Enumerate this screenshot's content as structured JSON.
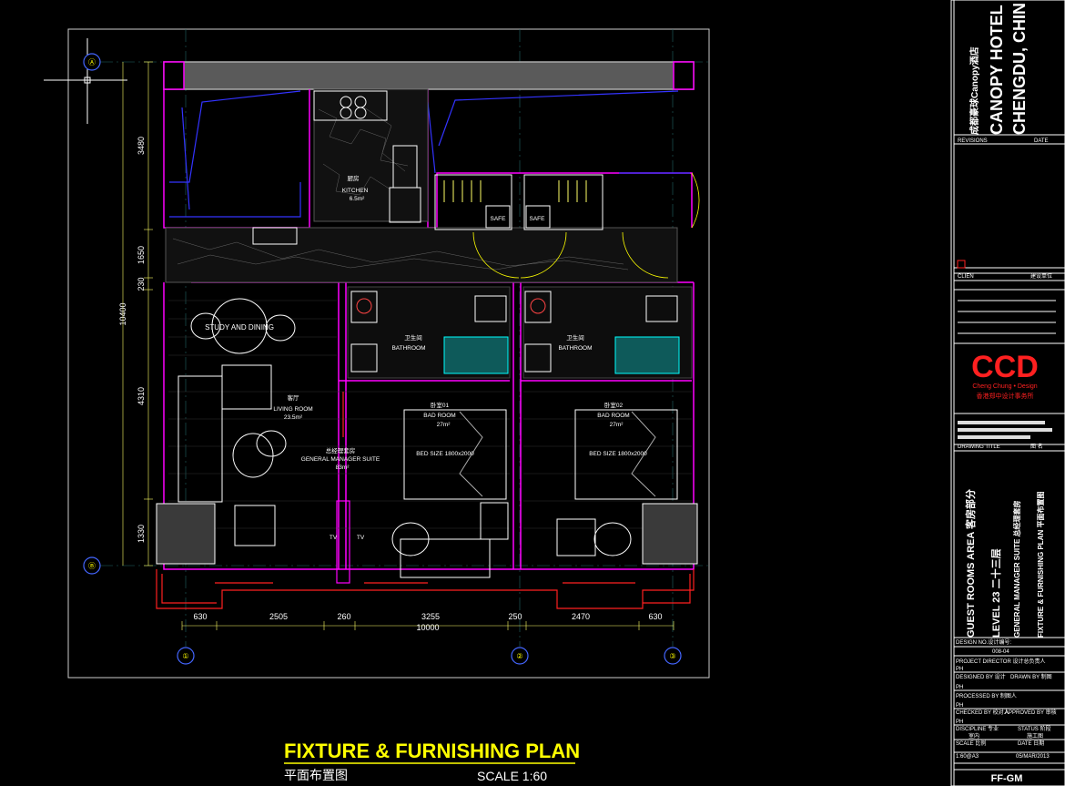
{
  "plan": {
    "title_en": "FIXTURE & FURNISHING PLAN",
    "title_cn": "平面布置图",
    "scale": "SCALE 1:60",
    "rooms": {
      "kitchen_cn": "厨房",
      "kitchen_en": "KITCHEN",
      "kitchen_area": "6.5m²",
      "study": "STUDY AND DINING",
      "living_cn": "客厅",
      "living_en": "LIVING ROOM",
      "living_area": "23.5m²",
      "suite_cn": "总经理套房",
      "suite_en": "GENERAL MANAGER SUITE",
      "suite_area": "83m²",
      "bath_cn": "卫生间",
      "bath_en": "BATHROOM",
      "bed1_cn": "卧室01",
      "bed2_cn": "卧室02",
      "bed_en": "BAD ROOM",
      "bed_area": "27m²",
      "bed_size": "BED SIZE 1800x2000",
      "safe": "SAFE",
      "tv": "TV"
    },
    "dims_bottom": [
      "630",
      "2505",
      "260",
      "3255",
      "250",
      "2470",
      "630"
    ],
    "dim_total": "10000",
    "dims_left": [
      "3480",
      "1650",
      "230",
      "4310",
      "1330"
    ],
    "dim_left_total": "10400"
  },
  "titleblock": {
    "project_cn": "成都豪球Canopy酒店",
    "project_en1": "CANOPY HOTEL",
    "project_en2": "CHENGDU, CHIN",
    "revisions": "REVISIONS",
    "date": "DATE",
    "client": "CLIEN",
    "client_cn": "建设单位",
    "logo": "CCD",
    "logo_sub": "Cheng Chung • Design",
    "logo_cn": "香港郑中设计事务所",
    "drawing_title": "DRAWING TITLE",
    "drawing_title_cn": "图 名",
    "area": "GUEST ROOMS AREA  客房部分",
    "level": "LEVEL 23 二十三层",
    "suite": "GENERAL MANAGER SUITE  总经理套房",
    "plan": "FIXTURE & FURNISHING PLAN  平面布置图",
    "design_no": "DESIGN NO.设计编号:",
    "design_no_val": "008-04",
    "project_director": "PROJECT DIRECTOR  设计总负责人",
    "ph": "PH",
    "designed_by": "DESIGNED BY 设计",
    "drawn_by": "DRAWN BY 制图",
    "processed_by": "PROCESSED BY 制图人",
    "checked_by": "CHECKED BY 校对人",
    "approved_by": "APPROVED BY 审核",
    "discipline": "DISCIPLINE 专业",
    "status": "STATUS 阶段",
    "discipline_val": "室内",
    "status_val": "施工图",
    "scale_lbl": "SCALE 比例",
    "date_lbl": "DATE 日期",
    "scale_val": "1:60@A3",
    "date_val": "05/MAR/2013",
    "sheet": "FF-GM"
  },
  "colors": {
    "bg": "#000000",
    "wall": "#ff00ff",
    "furniture": "#ffff00",
    "dim": "#ffff66",
    "window": "#2222ff",
    "red": "#ff2020",
    "cyan": "#00ffff",
    "green": "#00ff00",
    "white": "#ffffff"
  }
}
